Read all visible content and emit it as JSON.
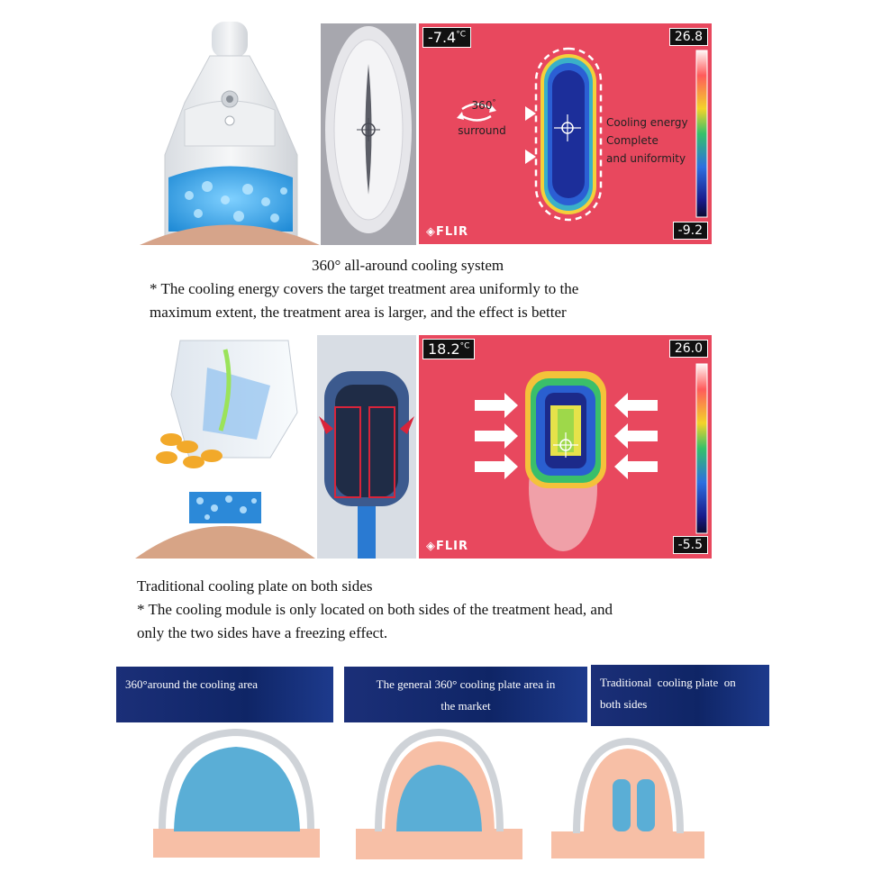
{
  "section1": {
    "thermal": {
      "temp_readout": "-7.4",
      "temp_unit": "°C",
      "scale_max": "26.8",
      "scale_min": "-9.2",
      "brand": "FLIR",
      "rotation_degrees": "360",
      "rotation_degree_symbol": "°",
      "rotation_label": "surround",
      "note_lines": [
        "Cooling energy",
        "Complete",
        "and uniformity"
      ]
    },
    "caption_title": "360° all-around cooling system",
    "caption_line1": "* The cooling energy covers the target treatment area uniformly to the",
    "caption_line2": "maximum extent, the treatment area is larger, and the effect is better"
  },
  "section2": {
    "thermal": {
      "temp_readout": "18.2",
      "temp_unit": "°C",
      "scale_max": "26.0",
      "scale_min": "-5.5",
      "brand": "FLIR"
    },
    "caption_title": "Traditional cooling plate on both sides",
    "caption_line1": "* The cooling module is only located on both sides of the treatment head, and",
    "caption_line2": "only the two sides have a freezing effect."
  },
  "comparison": {
    "banners": [
      {
        "lines": [
          "360°around the cooling area"
        ]
      },
      {
        "lines": [
          "The general 360° cooling plate area in",
          "the market"
        ]
      },
      {
        "lines": [
          "Traditional  cooling plate  on",
          "both sides"
        ]
      }
    ]
  },
  "colors": {
    "thermal_red": "#e8485e",
    "cool_blue": "#5aaed6",
    "skin": "#f7bfa6",
    "banner_navy": "#142a6e"
  }
}
